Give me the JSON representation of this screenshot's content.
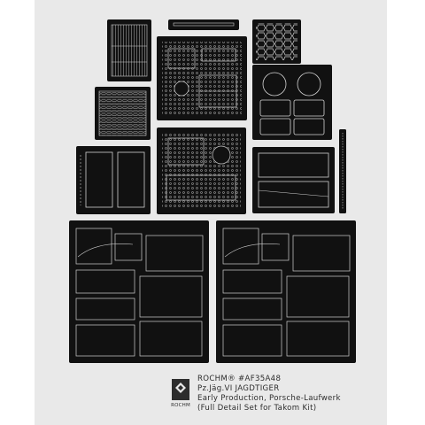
{
  "caption": {
    "line1": "ROCHM® #AF35A48",
    "line2": "Pz.Jäg.VI  JAGDTIGER",
    "line3": "Early Production, Porsche-Laufwerk",
    "line4": "(Full Detail Set for Takom Kit)"
  },
  "logo": {
    "name": "ROCHM"
  },
  "colors": {
    "sheet": "#e9e9e9",
    "fret": "#111111",
    "etch": "#cfcfcf"
  },
  "icons": [
    "rochm-logo-icon"
  ]
}
